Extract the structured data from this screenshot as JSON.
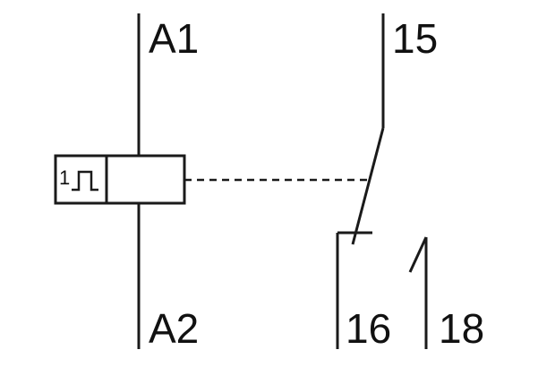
{
  "terminals": {
    "a1": "A1",
    "a2": "A2",
    "t15": "15",
    "t16": "16",
    "t18": "18"
  },
  "coil": {
    "function_digit": "1",
    "function_icon": "single-pulse-waveform-icon"
  },
  "colors": {
    "line": "#1a1a1a",
    "background": "#ffffff"
  }
}
